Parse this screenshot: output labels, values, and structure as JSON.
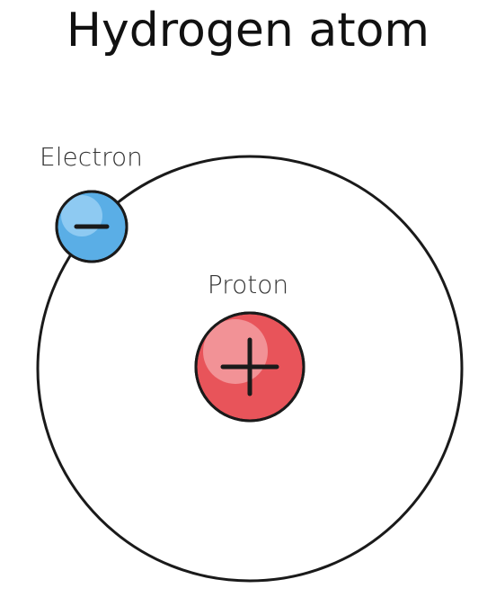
{
  "title": "Hydrogen atom",
  "labels": {
    "electron": "Electron",
    "proton": "Proton"
  },
  "colors": {
    "outline": "#1a1a1a",
    "electron_fill": "#5aaee6",
    "electron_highlight": "#8ecaf2",
    "proton_fill": "#e8545a",
    "proton_highlight": "#f29296"
  },
  "icons": {
    "electron_sign": "minus-icon",
    "proton_sign": "plus-icon"
  }
}
